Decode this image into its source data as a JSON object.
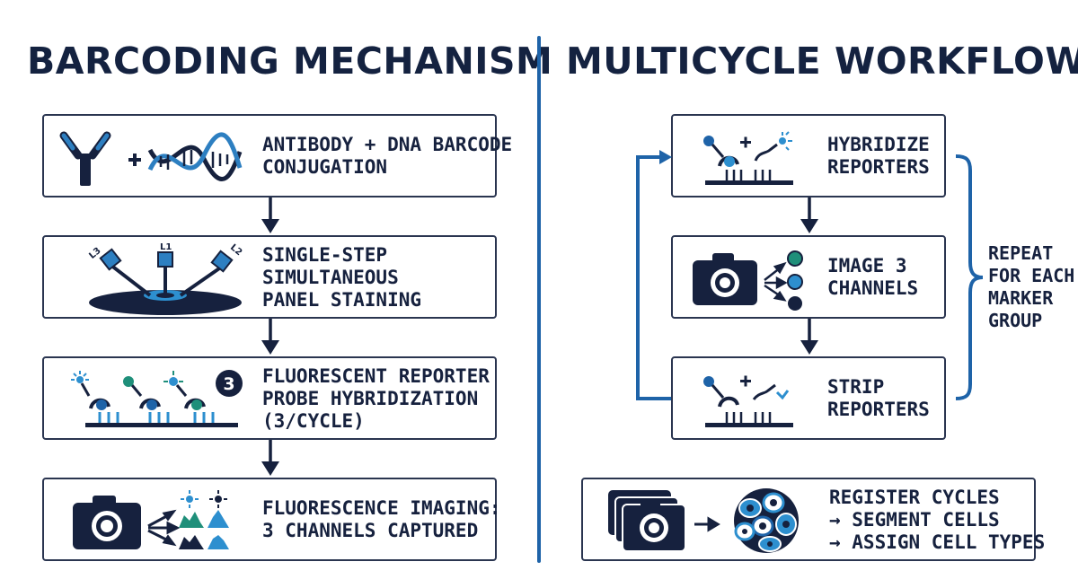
{
  "colors": {
    "navy": "#16213e",
    "blue": "#1e63a8",
    "teal": "#1f8f7a",
    "light_blue": "#2d8fcf"
  },
  "left": {
    "title": "BARCODING MECHANISM",
    "steps": [
      {
        "icon": "antibody-dna-icon",
        "lines": [
          "ANTIBODY + DNA BARCODE",
          "CONJUGATION"
        ]
      },
      {
        "icon": "panel-staining-icon",
        "lines": [
          "SINGLE-STEP",
          "SIMULTANEOUS",
          "PANEL STAINING"
        ]
      },
      {
        "icon": "reporter-hybridization-icon",
        "badge": "3",
        "lines": [
          "FLUORESCENT REPORTER",
          "PROBE HYBRIDIZATION",
          "(3/CYCLE)"
        ]
      },
      {
        "icon": "camera-channels-icon",
        "lines": [
          "FLUORESCENCE IMAGING:",
          "3 CHANNELS CAPTURED"
        ]
      }
    ],
    "staining_labels": [
      "L3",
      "L1",
      "L2"
    ]
  },
  "right": {
    "title": "MULTICYCLE WORKFLOW",
    "steps": [
      {
        "icon": "hybridize-icon",
        "lines": [
          "HYBRIDIZE",
          "REPORTERS"
        ]
      },
      {
        "icon": "camera-three-channels-icon",
        "lines": [
          "IMAGE 3",
          "CHANNELS"
        ]
      },
      {
        "icon": "strip-icon",
        "lines": [
          "STRIP",
          "REPORTERS"
        ]
      }
    ],
    "repeat_label": [
      "REPEAT",
      "FOR EACH",
      "MARKER",
      "GROUP"
    ],
    "final": {
      "icon": "registration-segmentation-icon",
      "lines": [
        "REGISTER CYCLES",
        "→ SEGMENT CELLS",
        "→ ASSIGN CELL TYPES"
      ]
    }
  }
}
